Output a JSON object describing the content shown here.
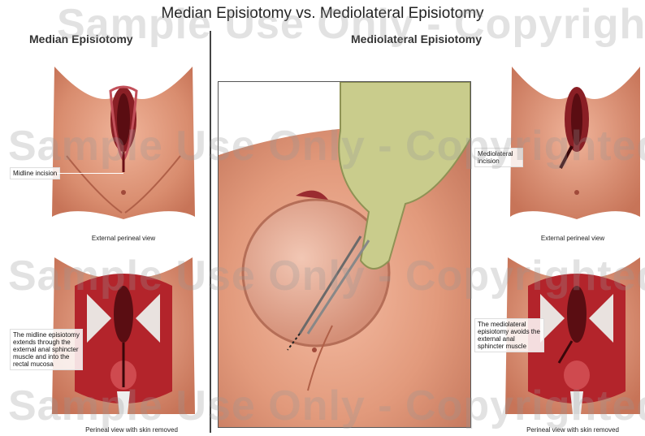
{
  "title": "Median Episiotomy vs. Mediolateral Episiotomy",
  "left_heading": "Median Episiotomy",
  "center_heading": "Mediolateral Episiotomy",
  "left_top": {
    "label": "Midline incision",
    "caption": "External perineal view"
  },
  "left_bottom": {
    "label": "The midline episiotomy extends through the external anal sphincter muscle and into the rectal mucosa",
    "caption": "Perineal view with skin removed"
  },
  "right_top": {
    "label": "Mediolateral incision",
    "caption": "External perineal view"
  },
  "right_bottom": {
    "label": "The mediolateral episiotomy avoids the external anal sphincter muscle",
    "caption": "Perineal view with skin removed"
  },
  "watermark": "Sample Use Only - Copyrighted"
}
